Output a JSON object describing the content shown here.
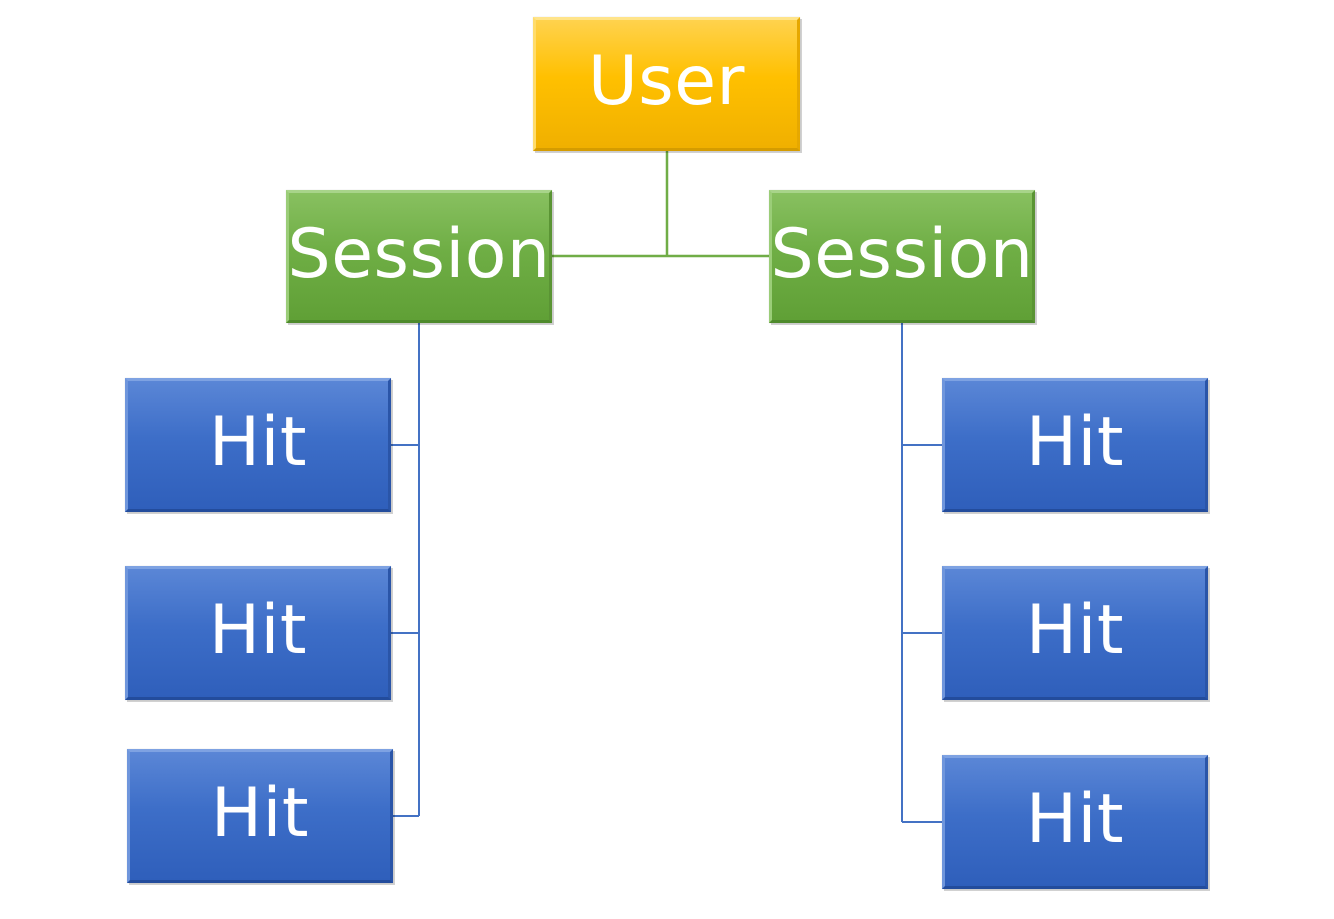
{
  "diagram": {
    "root": {
      "label": "User",
      "color": "#ffc000"
    },
    "sessions": [
      {
        "label": "Session",
        "color": "#70ad47",
        "hits": [
          {
            "label": "Hit"
          },
          {
            "label": "Hit"
          },
          {
            "label": "Hit"
          }
        ]
      },
      {
        "label": "Session",
        "color": "#70ad47",
        "hits": [
          {
            "label": "Hit"
          },
          {
            "label": "Hit"
          },
          {
            "label": "Hit"
          }
        ]
      }
    ],
    "hit_color": "#4472c4",
    "connector_colors": {
      "user_to_session": "#70ad47",
      "session_to_hit": "#4472c4"
    }
  }
}
